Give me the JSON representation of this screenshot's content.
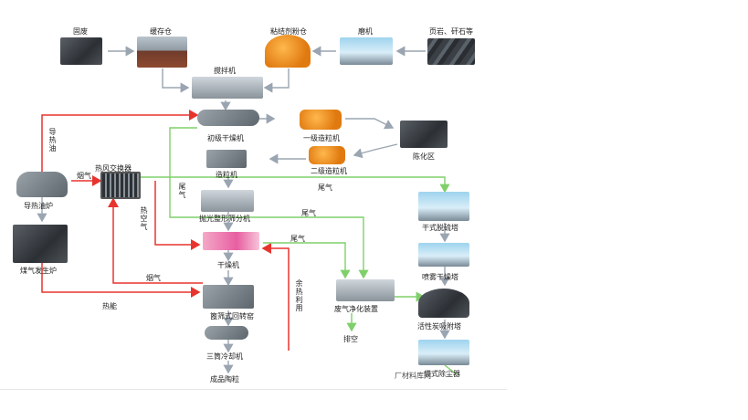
{
  "labels": {
    "guofei": "固废",
    "huancang": "缓存仓",
    "nianjie": "粘结剂粉仓",
    "moji": "磨机",
    "yeyan": "页岩、矸石等",
    "jiaoban": "搅拌机",
    "chuji": "初级干燥机",
    "yiji": "一级造粒机",
    "erji": "二级造粒机",
    "chenhua": "陈化区",
    "zaoli": "造粒机",
    "paoguang": "抛光整形筛分机",
    "ganzao": "干燥机",
    "bifang": "篦筛式回转窑",
    "santong": "三筒冷却机",
    "chengpin": "成品陶粒",
    "daore": "导热油炉",
    "meiqi": "煤气发生炉",
    "refeng": "热风交换器",
    "ganshi": "干式脱硫塔",
    "penwu": "喷雾干燥塔",
    "huoxing": "活性炭吸附塔",
    "daishi": "袋式除尘器",
    "feiqi": "废气净化装置",
    "paikong": "排空"
  },
  "flows": {
    "daoreyou": "导热油",
    "yanqi1": "烟气",
    "yanqi2": "烟气",
    "reliqi": "热空气",
    "reneng": "热能",
    "weiqi1": "尾气",
    "weiqi2": "尾气",
    "weiqi3": "尾气",
    "weiqi4": "尾气",
    "yureliyong": "余热利用"
  },
  "watermark": "厂材料库网",
  "colors": {
    "gray_arrow": "#9aa5b1",
    "red_arrow": "#e8342e",
    "green_arrow": "#7fd06a"
  }
}
